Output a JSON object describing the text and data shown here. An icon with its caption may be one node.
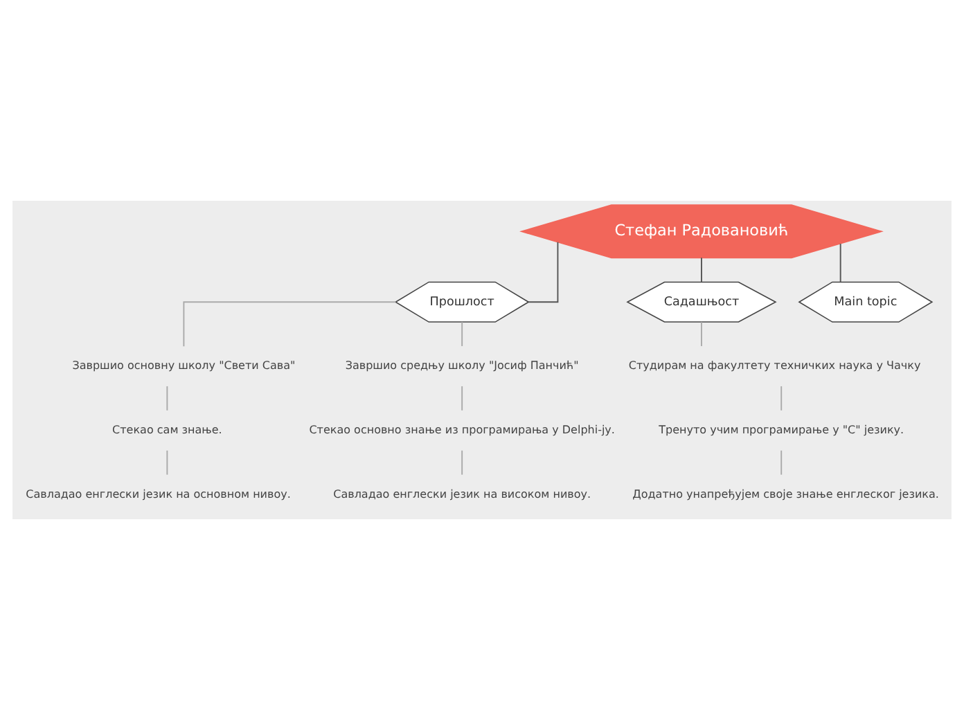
{
  "diagram": {
    "nodes": [
      {
        "text": [
          "Стефан Радовановић"
        ]
      },
      {
        "text": [
          "Прошлост"
        ]
      },
      {
        "text": [
          "Садашњост"
        ]
      },
      {
        "text": [
          "Main topic"
        ]
      },
      {
        "text": [
          "Завршио основну школу \"Свети Сава\""
        ]
      },
      {
        "text": [
          "Стекао сам знање."
        ]
      },
      {
        "text": [
          "Савладао енглески језик на основном нивоу."
        ]
      },
      {
        "text": [
          "Завршио средњу школу \"Јосиф Панчић\""
        ]
      },
      {
        "text": [
          "Стекао основно знање из програмирања у Delphi-ју."
        ]
      },
      {
        "text": [
          "Савладао енглески језик на високом нивоу."
        ]
      },
      {
        "text": [
          "Студирам на факултету техничких наука у Чачку"
        ]
      },
      {
        "text": [
          "Тренуто учим програмирање у \"C\" језику."
        ]
      },
      {
        "text": [
          "Додатно унапређујем своје знање енглеског језика."
        ]
      }
    ],
    "edges": [
      {
        "from": 0,
        "to": 1,
        "arrow": "none",
        "color": "#555555"
      },
      {
        "from": 0,
        "to": 2,
        "arrow": "none",
        "color": "#555555"
      },
      {
        "from": 0,
        "to": 3,
        "arrow": "none",
        "color": "#555555"
      },
      {
        "from": 1,
        "to": 4,
        "arrow": "none"
      },
      {
        "from": 4,
        "to": 5,
        "arrow": "none"
      },
      {
        "from": 5,
        "to": 6,
        "arrow": "none"
      },
      {
        "from": 1,
        "to": 7,
        "arrow": "none"
      },
      {
        "from": 7,
        "to": 8,
        "arrow": "none"
      },
      {
        "from": 8,
        "to": 9,
        "arrow": "none"
      },
      {
        "from": 2,
        "to": 10,
        "arrow": "none"
      },
      {
        "from": 10,
        "to": 11,
        "arrow": "none"
      },
      {
        "from": 11,
        "to": 12,
        "arrow": "none"
      }
    ]
  }
}
